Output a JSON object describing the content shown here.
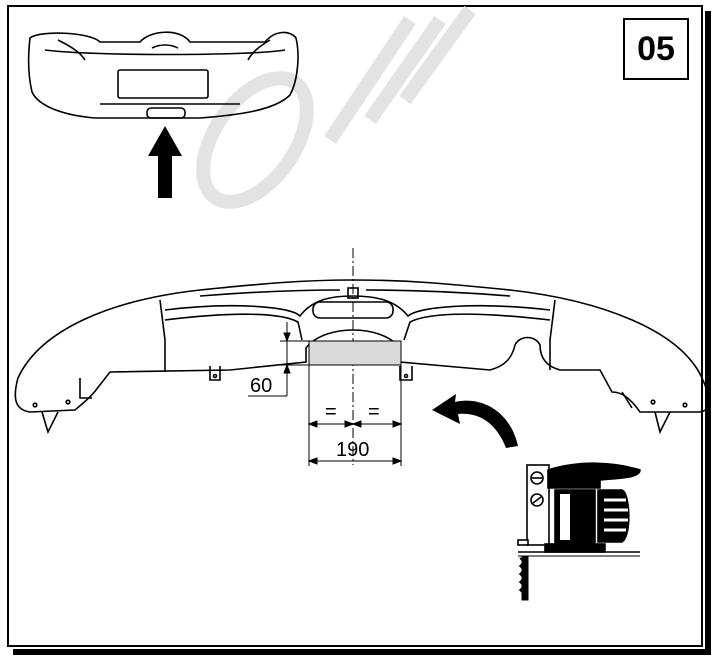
{
  "step_number": "05",
  "dimensions": {
    "height_label": "60",
    "width_label": "190",
    "equal_left": "=",
    "equal_right": "="
  },
  "colors": {
    "line": "#000000",
    "cut_area": "#d9d9d9",
    "watermark": "#e6e6e6"
  },
  "icons": {
    "arrow_up": "arrow-up-icon",
    "arrow_curved": "curved-arrow-icon",
    "jigsaw": "jigsaw-icon"
  }
}
